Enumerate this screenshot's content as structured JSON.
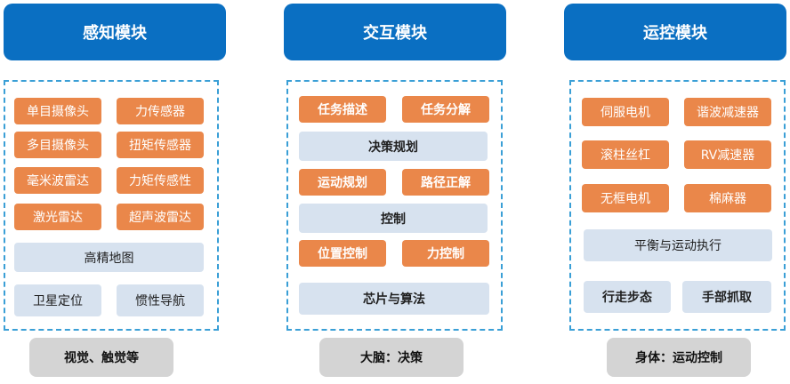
{
  "columns": [
    {
      "header": "感知模块",
      "items": [
        "单目摄像头",
        "力传感器",
        "多目摄像头",
        "扭矩传感器",
        "毫米波雷达",
        "力矩传感性",
        "激光雷达",
        "超声波雷达",
        "高精地图",
        "卫星定位",
        "惯性导航"
      ],
      "footer": "视觉、触觉等"
    },
    {
      "header": "交互模块",
      "items": [
        "任务描述",
        "任务分解",
        "决策规划",
        "运动规划",
        "路径正解",
        "控制",
        "位置控制",
        "力控制",
        "芯片与算法"
      ],
      "footer": "大脑：决策"
    },
    {
      "header": "运控模块",
      "items": [
        "伺服电机",
        "谐波减速器",
        "滚柱丝杠",
        "RV减速器",
        "无框电机",
        "棉麻器",
        "平衡与运动执行",
        "行走步态",
        "手部抓取"
      ],
      "footer": "身体：运动控制"
    }
  ]
}
